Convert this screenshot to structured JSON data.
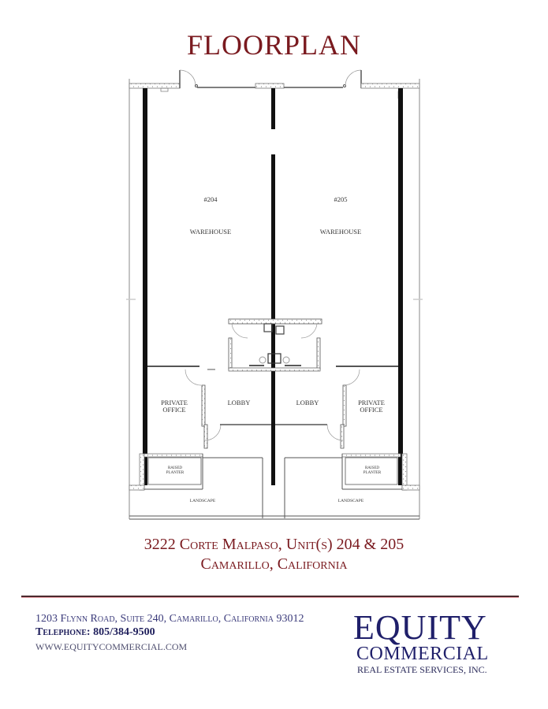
{
  "header": {
    "title": "FLOORPLAN"
  },
  "floorplan": {
    "units": [
      {
        "number": "#204",
        "warehouse_label": "WAREHOUSE",
        "office_label_line1": "PRIVATE",
        "office_label_line2": "OFFICE",
        "lobby_label": "LOBBY",
        "planter_line1": "RAISED",
        "planter_line2": "PLANTER",
        "landscape_label": "LANDSCAPE"
      },
      {
        "number": "#205",
        "warehouse_label": "WAREHOUSE",
        "office_label_line1": "PRIVATE",
        "office_label_line2": "OFFICE",
        "lobby_label": "LOBBY",
        "planter_line1": "RAISED",
        "planter_line2": "PLANTER",
        "landscape_label": "LANDSCAPE"
      }
    ]
  },
  "property": {
    "address_line1": "3222 Corte Malpaso, Unit(s) 204 & 205",
    "address_line2": "Camarillo, California"
  },
  "footer": {
    "street": "1203 Flynn Road, Suite 240, Camarillo, California  93012",
    "telephone": "Telephone:  805/384-9500",
    "website": "WWW.EQUITYCOMMERCIAL.COM"
  },
  "logo": {
    "line1": "EQUITY",
    "line2": "COMMERCIAL",
    "line3": "REAL ESTATE SERVICES, INC."
  },
  "colors": {
    "title": "#7a1a1f",
    "logo": "#1f1f6a",
    "divider": "#4a2a2e"
  }
}
